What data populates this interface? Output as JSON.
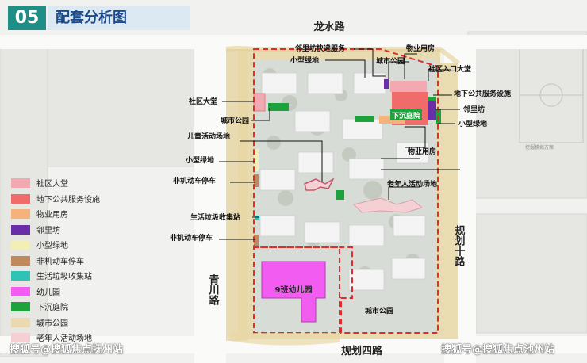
{
  "header": {
    "number": "05",
    "title": "配套分析图"
  },
  "roads": {
    "north": "龙水路",
    "east": "规划十路",
    "west": "青川路",
    "south": "规划四路"
  },
  "kindergarten": "9班幼儿园",
  "callouts": [
    "邻里坊快递服务",
    "小型绿地",
    "物业用房",
    "城市公园",
    "社区入口大堂",
    "社区大堂",
    "城市公园",
    "地下公共服务设施",
    "邻里坊",
    "下沉庭院",
    "小型绿地",
    "儿童活动场地",
    "物业用房",
    "小型绿地",
    "非机动车停车",
    "老年人活动场地",
    "生活垃圾收集站",
    "非机动车停车",
    "城市公园"
  ],
  "neighbor_note": "挖掘模拟方案",
  "legend": [
    {
      "label": "社区大堂",
      "color": "#f2a9b2"
    },
    {
      "label": "地下公共服务设施",
      "color": "#f26b6b"
    },
    {
      "label": "物业用房",
      "color": "#f5b27a"
    },
    {
      "label": "邻里坊",
      "color": "#6a2fa8"
    },
    {
      "label": "小型绿地",
      "color": "#f1efb6"
    },
    {
      "label": "非机动车停车",
      "color": "#c0885c"
    },
    {
      "label": "生活垃圾收集站",
      "color": "#2fc3b5"
    },
    {
      "label": "幼儿园",
      "color": "#f25cf0"
    },
    {
      "label": "下沉庭院",
      "color": "#1ea23c"
    },
    {
      "label": "城市公园",
      "color": "#ead8b0"
    },
    {
      "label": "老年人活动场地",
      "color": "#f4cfd3"
    }
  ],
  "watermarks": [
    "搜狐号@搜狐焦点抚州站",
    "搜狐号@搜狐焦点池州站"
  ]
}
